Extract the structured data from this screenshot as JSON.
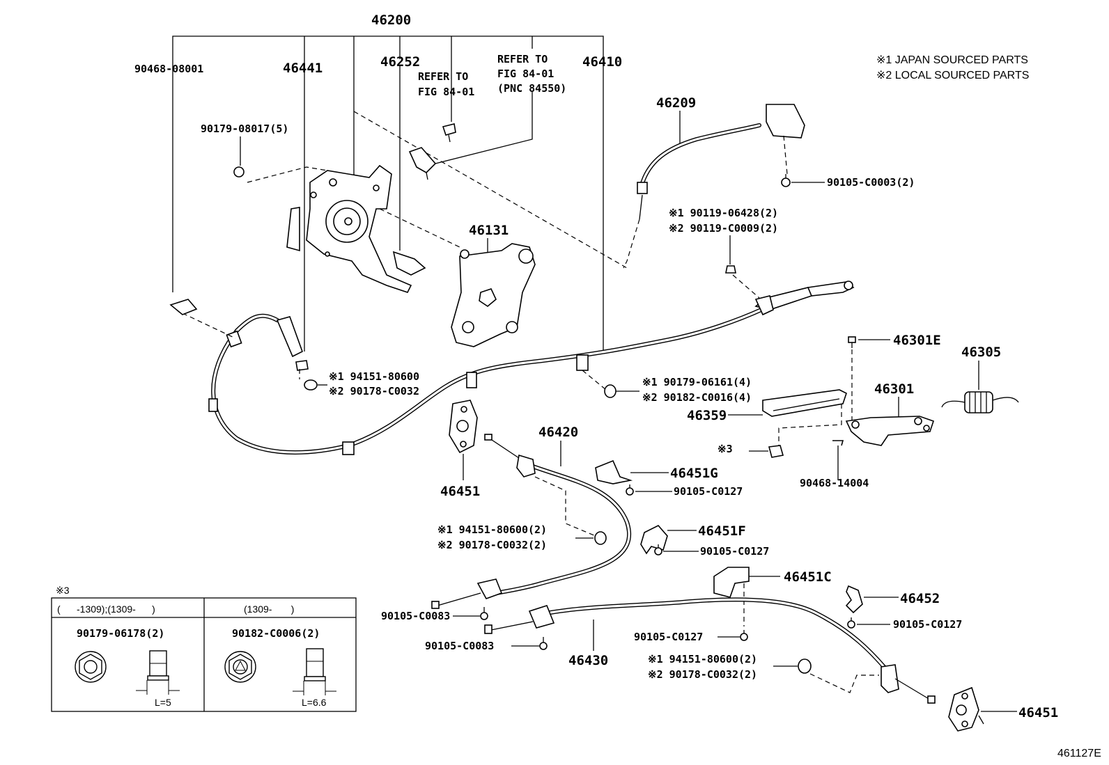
{
  "figure_code": "461127E",
  "notes": [
    "※1 JAPAN SOURCED PARTS",
    "※2 LOCAL SOURCED PARTS"
  ],
  "labels": {
    "p46200": "46200",
    "p90468_08001": "90468-08001",
    "p46441": "46441",
    "p46252": "46252",
    "refer1_a": "REFER TO",
    "refer1_b": "FIG 84-01",
    "refer2_a": "REFER TO",
    "refer2_b": "FIG 84-01",
    "refer2_c": "(PNC 84550)",
    "p46410": "46410",
    "p46209": "46209",
    "p90179_08017": "90179-08017(5)",
    "p90105_C0003": "90105-C0003(2)",
    "p90119_06428": "※1 90119-06428(2)",
    "p90119_C0009": "※2 90119-C0009(2)",
    "p46131": "46131",
    "p46301E": "46301E",
    "p46305": "46305",
    "p94151_80600_a": "※1 94151-80600",
    "p90178_C0032_a": "※2 90178-C0032",
    "p90179_06161": "※1 90179-06161(4)",
    "p90182_C0016": "※2 90182-C0016(4)",
    "p46301": "46301",
    "p46359": "46359",
    "x3_label": "※3",
    "p46420": "46420",
    "p46451G": "46451G",
    "p90105_C0127_a": "90105-C0127",
    "p90468_14004": "90468-14004",
    "p46451_a": "46451",
    "p94151_80600_b": "※1 94151-80600(2)",
    "p90178_C0032_b": "※2 90178-C0032(2)",
    "p46451F": "46451F",
    "p90105_C0127_b": "90105-C0127",
    "p46451C": "46451C",
    "p46452": "46452",
    "p90105_C0083_a": "90105-C0083",
    "p90105_C0083_b": "90105-C0083",
    "p46430": "46430",
    "p90105_C0127_c": "90105-C0127",
    "p90105_C0127_d": "90105-C0127",
    "p94151_80600_c": "※1 94151-80600(2)",
    "p90178_C0032_c": "※2 90178-C0032(2)",
    "p46451_b": "46451"
  },
  "inset": {
    "title": "※3",
    "col1_header": "(      -1309);(1309-      )",
    "col2_header": "(1309-       )",
    "col1_part": "90179-06178(2)",
    "col2_part": "90182-C0006(2)",
    "col1_dim": "L=5",
    "col2_dim": "L=6.6"
  }
}
